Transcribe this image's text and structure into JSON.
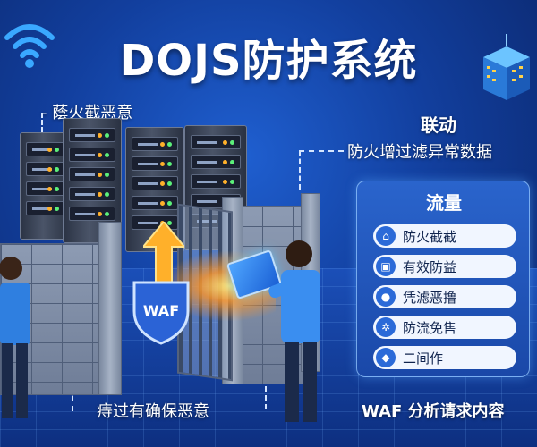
{
  "title": "DOJS防护系统",
  "callouts": {
    "left_top": "- 蔭火截恶意",
    "right_head": "联动",
    "right_sub": "防火增过滤异常数据",
    "bottom": "痔过有确保恶意",
    "waf_analysis": "WAF 分析请求内容"
  },
  "shield_label": "WAF",
  "panel": {
    "title": "流量",
    "items": [
      {
        "icon": "home-icon",
        "label": "防火截截"
      },
      {
        "icon": "lock-icon",
        "label": "有效防益"
      },
      {
        "icon": "user-icon",
        "label": "凭滤恶撸"
      },
      {
        "icon": "gear-icon",
        "label": "防流免售"
      },
      {
        "icon": "shield-icon",
        "label": "二间作"
      }
    ]
  },
  "colors": {
    "background": "#123f9e",
    "panel": "#1f55b9",
    "pill": "#f1f6ff",
    "accent_glow": "#ffb02a"
  }
}
